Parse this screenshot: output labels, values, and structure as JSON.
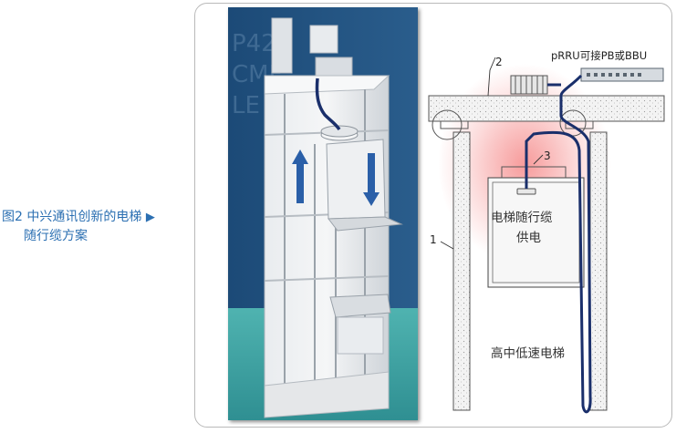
{
  "caption": {
    "figure_no": "图2",
    "title_line1": "中兴通讯创新的电梯",
    "arrow": "▶",
    "title_line2": "随行缆方案"
  },
  "photo": {
    "background_text_lines": [
      "P42",
      "CMF",
      "LE"
    ]
  },
  "schematic": {
    "prru_label": "pRRU可接PB或BBU",
    "label_2": "2",
    "label_3": "3",
    "label_1": "1",
    "cabin_text_line1": "电梯随行缆",
    "cabin_text_line2": "供电",
    "shaft_label": "高中低速电梯"
  },
  "colors": {
    "caption_blue": "#2b6fb2",
    "cable_navy": "#1a2f6b",
    "arrow_blue": "#2a5fa8",
    "glow_red": "#f04a4a",
    "photo_bg": "#1e4d7a"
  }
}
